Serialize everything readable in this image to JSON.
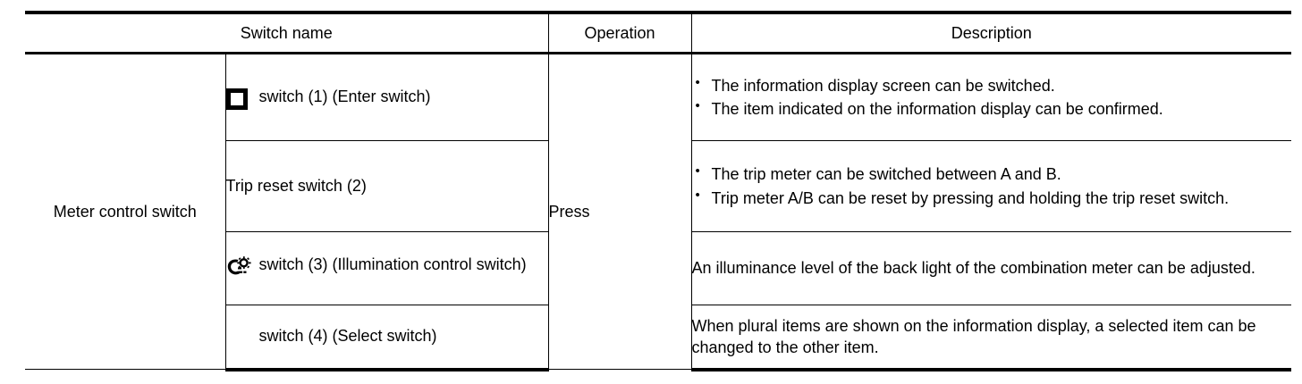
{
  "table": {
    "headers": {
      "switch_name": "Switch name",
      "operation": "Operation",
      "description": "Description"
    },
    "group_label": "Meter control switch",
    "operation_value": "Press",
    "rows": [
      {
        "icon": "enter-display-icon",
        "name": "switch (1) (Enter switch)",
        "description_type": "bullets",
        "description": [
          "The information display screen can be switched.",
          "The item indicated on the information display can be confirmed."
        ]
      },
      {
        "icon": "none",
        "name": "Trip reset switch (2)",
        "description_type": "bullets",
        "description": [
          "The trip meter can be switched between A and B.",
          "Trip meter A/B can be reset by pressing and holding the trip reset switch."
        ]
      },
      {
        "icon": "illumination-lamp-icon",
        "name": "switch (3) (Illumination control switch)",
        "description_type": "plain",
        "description": [
          "An illuminance level of the back light of the combination meter can be adjusted."
        ]
      },
      {
        "icon": "select-dot-icon",
        "name": "switch (4) (Select switch)",
        "description_type": "plain",
        "description": [
          "When plural items are shown on the information display, a selected item can be changed to the other item."
        ]
      }
    ]
  },
  "colors": {
    "rule": "#000000",
    "text": "#000000",
    "background": "#ffffff"
  }
}
